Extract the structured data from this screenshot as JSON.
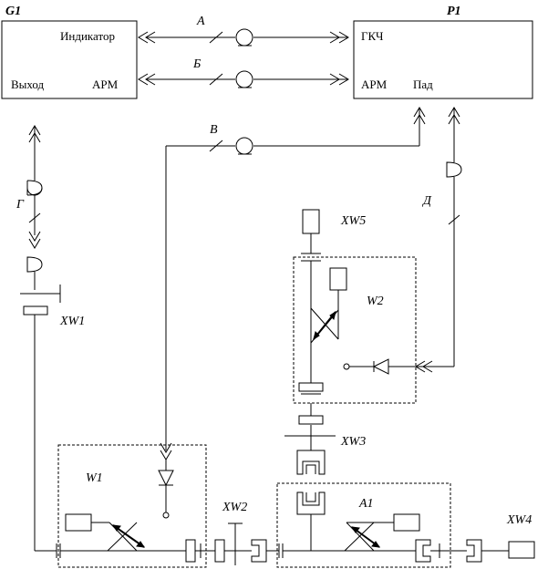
{
  "blocks": {
    "g1": {
      "title": "G1",
      "indicator": "Индикатор",
      "output": "Выход",
      "arm": "АРМ"
    },
    "p1": {
      "title": "P1",
      "gkch": "ГКЧ",
      "arm": "АРМ",
      "pad": "Пад"
    }
  },
  "cables": {
    "a": "А",
    "b": "Б",
    "v": "В",
    "g": "Г",
    "d": "Д"
  },
  "connectors": {
    "xw1": "XW1",
    "xw2": "XW2",
    "xw3": "XW3",
    "xw4": "XW4",
    "xw5": "XW5"
  },
  "modules": {
    "w1": "W1",
    "w2": "W2",
    "a1": "A1"
  }
}
